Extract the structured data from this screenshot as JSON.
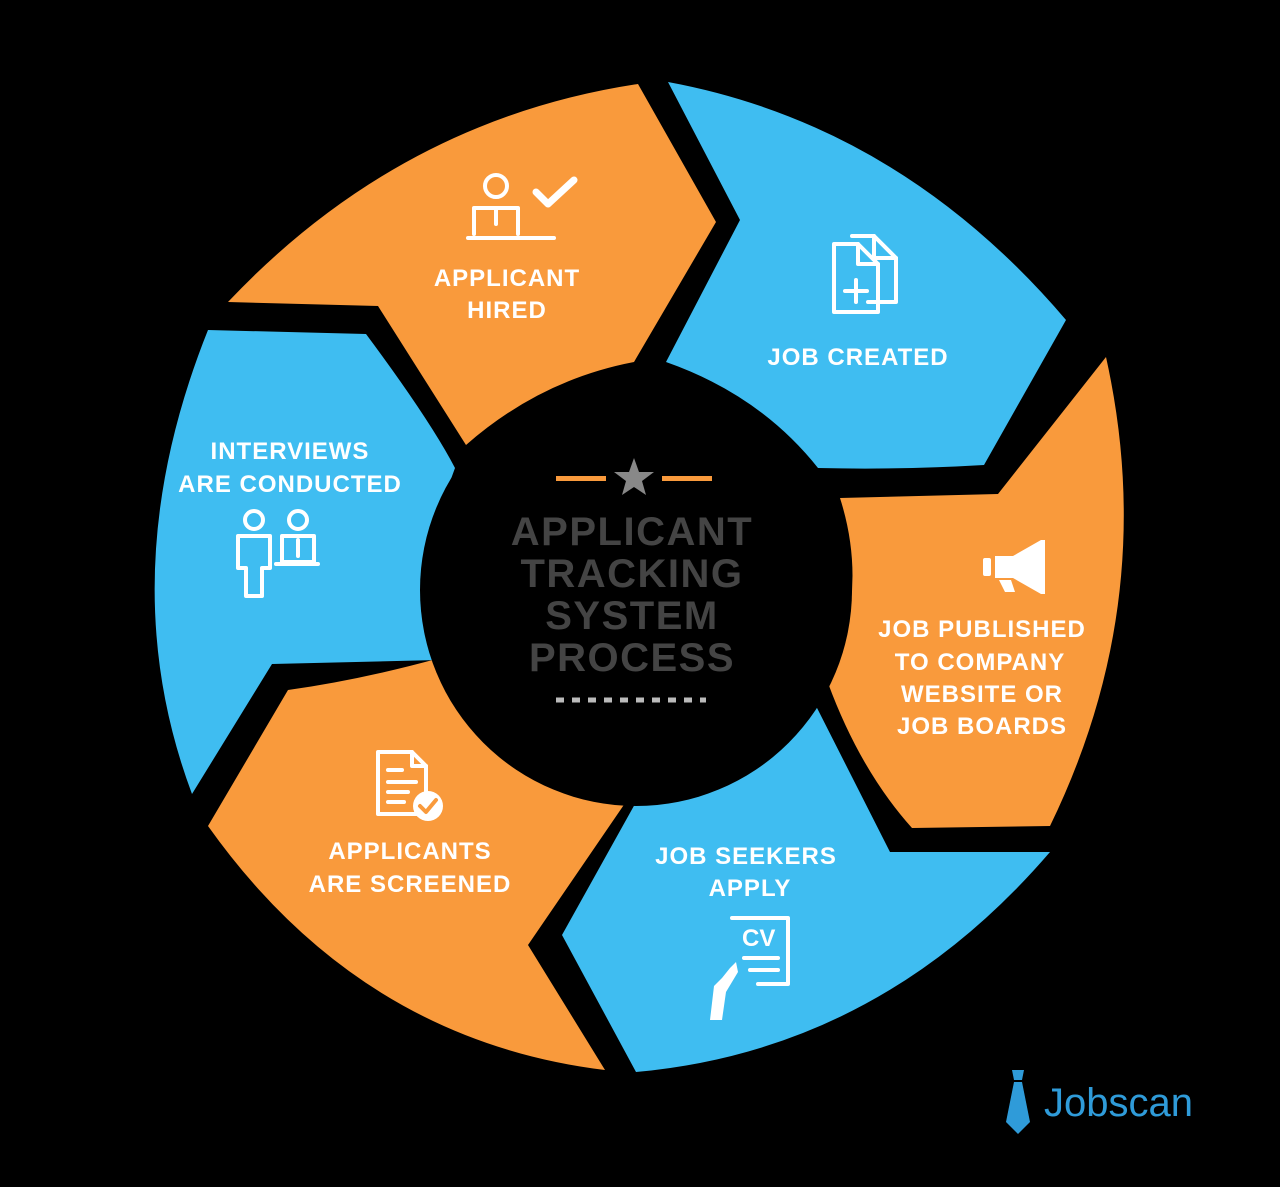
{
  "colors": {
    "background": "#000000",
    "orange": "#f99a3c",
    "blue": "#3fbdf1",
    "center_text": "#444444",
    "brand": "#2f9bd9"
  },
  "center": {
    "title_lines": [
      "APPLICANT",
      "TRACKING",
      "SYSTEM",
      "PROCESS"
    ]
  },
  "steps": [
    {
      "id": "job-created",
      "color": "blue",
      "icon": "documents-plus-icon",
      "lines": [
        "JOB CREATED"
      ]
    },
    {
      "id": "job-published",
      "color": "orange",
      "icon": "megaphone-icon",
      "lines": [
        "JOB PUBLISHED",
        "TO COMPANY",
        "WEBSITE OR",
        "JOB BOARDS"
      ]
    },
    {
      "id": "job-seekers-apply",
      "color": "blue",
      "icon": "cv-in-hand-icon",
      "lines": [
        "JOB SEEKERS",
        "APPLY"
      ]
    },
    {
      "id": "applicants-screened",
      "color": "orange",
      "icon": "document-check-icon",
      "lines": [
        "APPLICANTS",
        "ARE SCREENED"
      ]
    },
    {
      "id": "interviews-conducted",
      "color": "blue",
      "icon": "interview-people-icon",
      "lines": [
        "INTERVIEWS",
        "ARE CONDUCTED"
      ]
    },
    {
      "id": "applicant-hired",
      "color": "orange",
      "icon": "person-desk-check-icon",
      "lines": [
        "APPLICANT",
        "HIRED"
      ]
    }
  ],
  "brand": {
    "name": "Jobscan",
    "icon": "tie-icon"
  }
}
